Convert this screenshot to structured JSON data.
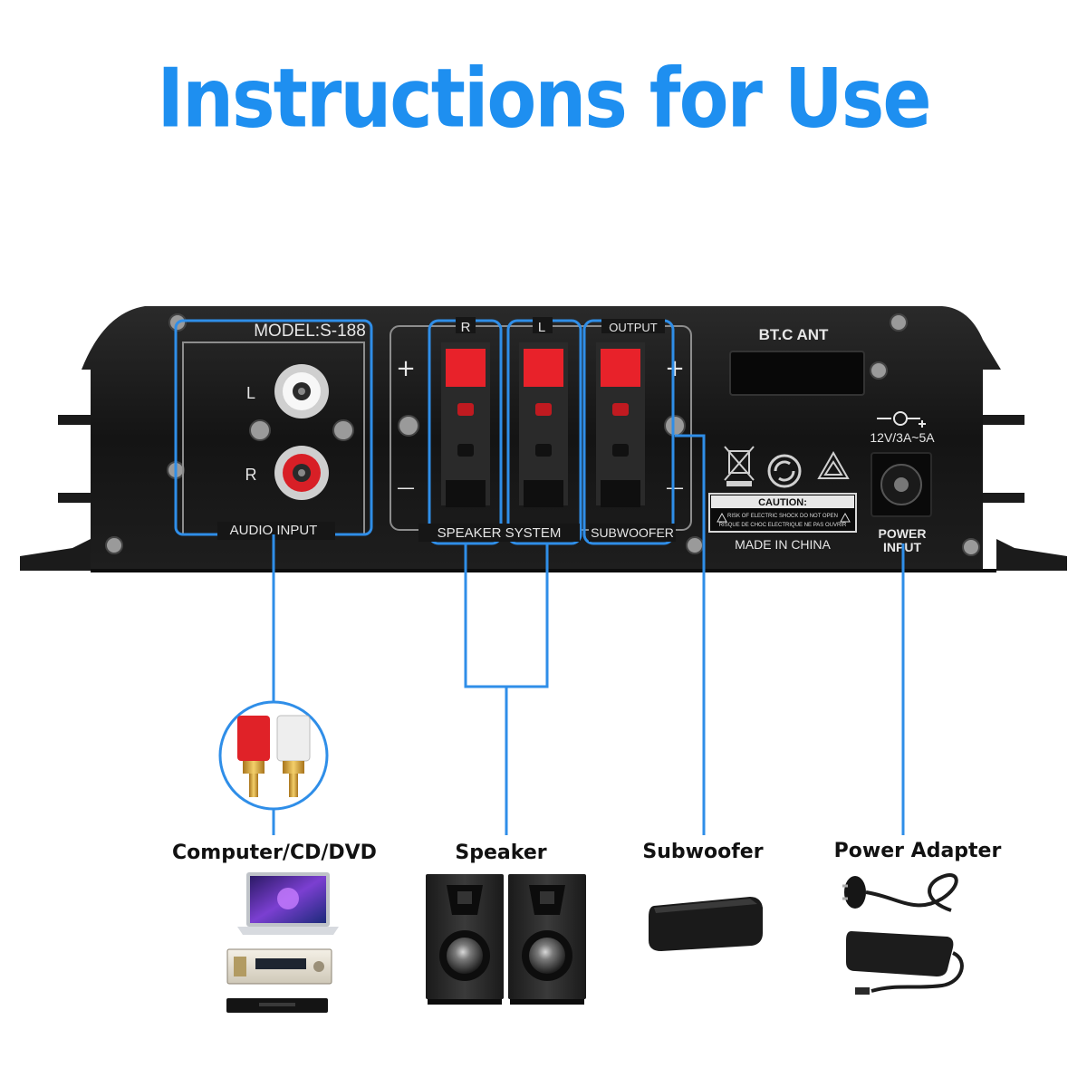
{
  "title": "Instructions for Use",
  "colors": {
    "accent": "#1e8ff0",
    "panel": "#161616",
    "connector_red": "#e8222a",
    "label_text": "#e6e6e6"
  },
  "panel": {
    "model": "MODEL:S-188",
    "input_left": "L",
    "input_right": "R",
    "audio_input": "AUDIO INPUT",
    "plus": "+",
    "minus": "—",
    "output_r": "R",
    "output_l": "L",
    "output": "OUTPUT",
    "speaker_system": "SPEAKER SYSTEM",
    "subwoofer": "SUBWOOFER",
    "bt_ant": "BT.C ANT",
    "voltage": "12V/3A~5A",
    "caution_title": "CAUTION:",
    "caution_line1": "RISK OF ELECTRIC SHOCK DO NOT OPEN",
    "caution_line2": "RISQUE DE CHOC ELECTRIQUE NE PAS OUVRIR",
    "made_in": "MADE IN CHINA",
    "power_input_1": "POWER",
    "power_input_2": "INPUT"
  },
  "devices": [
    {
      "label": "Computer/CD/DVD"
    },
    {
      "label": "Speaker"
    },
    {
      "label": "Subwoofer"
    },
    {
      "label": "Power Adapter"
    }
  ]
}
